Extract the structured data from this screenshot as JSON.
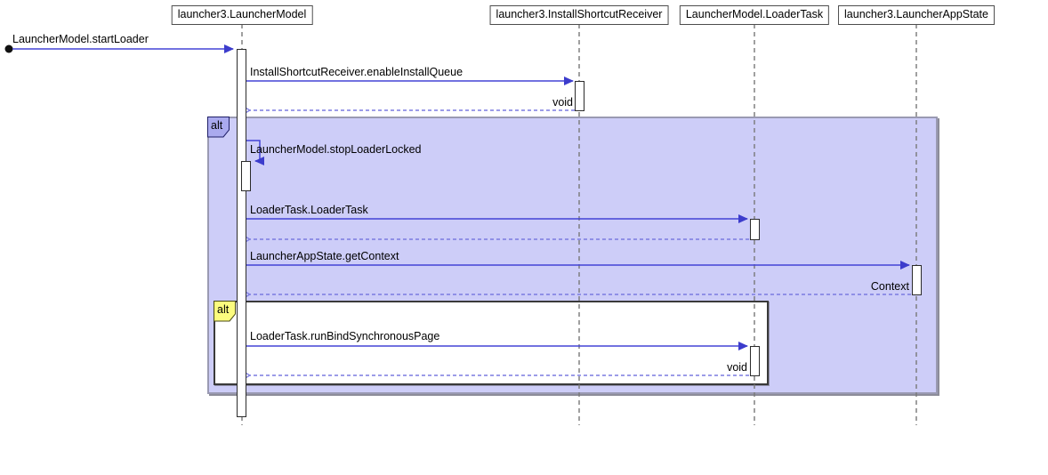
{
  "diagram": {
    "type": "uml-sequence-diagram",
    "participants": [
      {
        "label": "launcher3.LauncherModel"
      },
      {
        "label": "launcher3.InstallShortcutReceiver"
      },
      {
        "label": "LauncherModel.LoaderTask"
      },
      {
        "label": "launcher3.LauncherAppState"
      }
    ],
    "fragments": {
      "outer": {
        "operator": "alt"
      },
      "inner": {
        "operator": "alt"
      }
    },
    "messages": {
      "start_loader": {
        "label": "LauncherModel.startLoader",
        "from": "external",
        "to": "launcher3.LauncherModel",
        "kind": "call"
      },
      "enable_install_queue": {
        "label": "InstallShortcutReceiver.enableInstallQueue",
        "from": "launcher3.LauncherModel",
        "to": "launcher3.InstallShortcutReceiver",
        "kind": "call"
      },
      "enable_install_queue_return": {
        "label": "void",
        "from": "launcher3.InstallShortcutReceiver",
        "to": "launcher3.LauncherModel",
        "kind": "return"
      },
      "stop_loader_locked": {
        "label": "LauncherModel.stopLoaderLocked",
        "from": "launcher3.LauncherModel",
        "to": "launcher3.LauncherModel",
        "kind": "self-call"
      },
      "loader_task_ctor": {
        "label": "LoaderTask.LoaderTask",
        "from": "launcher3.LauncherModel",
        "to": "LauncherModel.LoaderTask",
        "kind": "call"
      },
      "loader_task_ctor_return": {
        "label": "",
        "from": "LauncherModel.LoaderTask",
        "to": "launcher3.LauncherModel",
        "kind": "return"
      },
      "get_context": {
        "label": "LauncherAppState.getContext",
        "from": "launcher3.LauncherModel",
        "to": "launcher3.LauncherAppState",
        "kind": "call"
      },
      "get_context_return": {
        "label": "Context",
        "from": "launcher3.LauncherAppState",
        "to": "launcher3.LauncherModel",
        "kind": "return"
      },
      "run_bind_synchronous_page": {
        "label": "LoaderTask.runBindSynchronousPage",
        "from": "launcher3.LauncherModel",
        "to": "LauncherModel.LoaderTask",
        "kind": "call"
      },
      "run_bind_synchronous_page_return": {
        "label": "void",
        "from": "LauncherModel.LoaderTask",
        "to": "launcher3.LauncherModel",
        "kind": "return"
      }
    },
    "colors": {
      "call_arrow": "#4343d6",
      "return_arrow": "#7b7be0",
      "lifeline": "#787878",
      "outer_fragment_fill": "#cdcdf8",
      "outer_fragment_border": "#9a9ab2",
      "outer_tag_fill": "#aaaaee",
      "inner_tag_fill": "#fcfc7e",
      "activation_fill": "#ffffff",
      "text": "#000000"
    }
  }
}
